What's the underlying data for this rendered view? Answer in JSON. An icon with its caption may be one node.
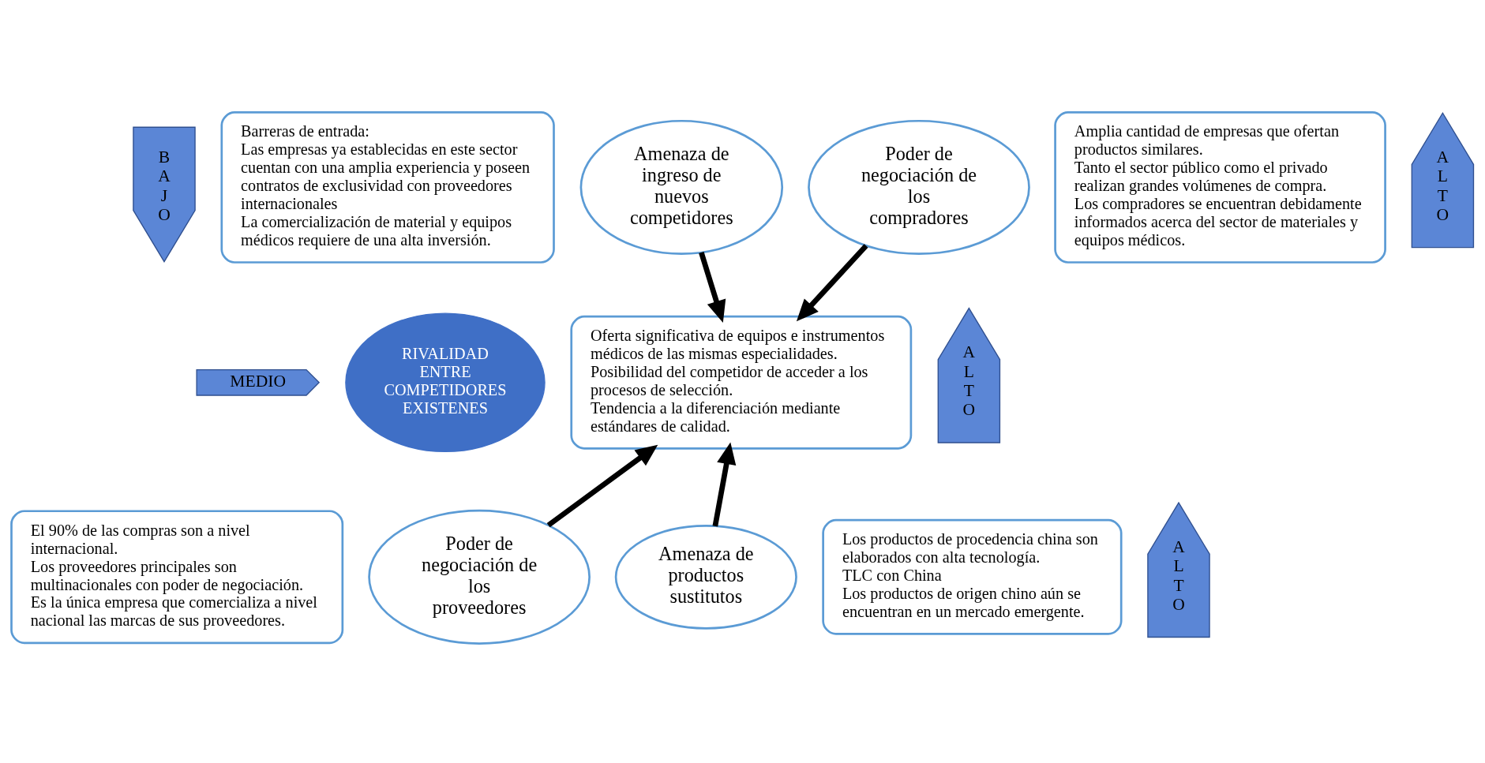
{
  "diagram": {
    "nodes": [
      {
        "text": [
          "Barreras de entrada:",
          "Las empresas ya establecidas en este sector cuentan con una amplia experiencia y poseen contratos de exclusividad con proveedores internacionales",
          "La comercialización de material y equipos médicos requiere de una alta inversión."
        ]
      },
      {
        "text": [
          "BAJO"
        ]
      },
      {
        "text": [
          "Amenaza de ingreso de nuevos competidores"
        ]
      },
      {
        "text": [
          "Poder de negociación de los compradores"
        ]
      },
      {
        "text": [
          "Amplia cantidad de empresas que ofertan productos similares.",
          "Tanto el sector público como el privado realizan grandes volúmenes de compra.",
          "Los compradores se encuentran debidamente informados acerca del sector de materiales y equipos médicos."
        ]
      },
      {
        "text": [
          "ALTO"
        ]
      },
      {
        "text": [
          "RIVALIDAD ENTRE COMPETIDORES EXISTENES"
        ]
      },
      {
        "text": [
          "Oferta significativa de equipos e instrumentos médicos de las mismas especialidades.",
          "Posibilidad del competidor de acceder a los procesos de selección.",
          "Tendencia a la diferenciación mediante estándares de calidad."
        ]
      },
      {
        "text": [
          "ALTO"
        ]
      },
      {
        "text": [
          "MEDIO"
        ]
      },
      {
        "text": [
          "El 90% de las compras son a nivel internacional.",
          "Los proveedores principales son multinacionales con poder de negociación.",
          "Es la única empresa que comercializa a nivel nacional las marcas de sus proveedores."
        ]
      },
      {
        "text": [
          "Poder de negociación de los proveedores"
        ]
      },
      {
        "text": [
          "Amenaza de productos sustitutos"
        ]
      },
      {
        "text": [
          "Los productos de procedencia china son elaborados con alta tecnología.",
          "TLC con China",
          "Los productos de origen chino aún se encuentran en un mercado emergente."
        ]
      },
      {
        "text": [
          "ALTO"
        ]
      }
    ],
    "edges": [
      {
        "from": 2,
        "to": 7,
        "arrow": "to"
      },
      {
        "from": 3,
        "to": 7,
        "arrow": "to"
      },
      {
        "from": 11,
        "to": 7,
        "arrow": "to"
      },
      {
        "from": 12,
        "to": 7,
        "arrow": "to"
      }
    ]
  }
}
